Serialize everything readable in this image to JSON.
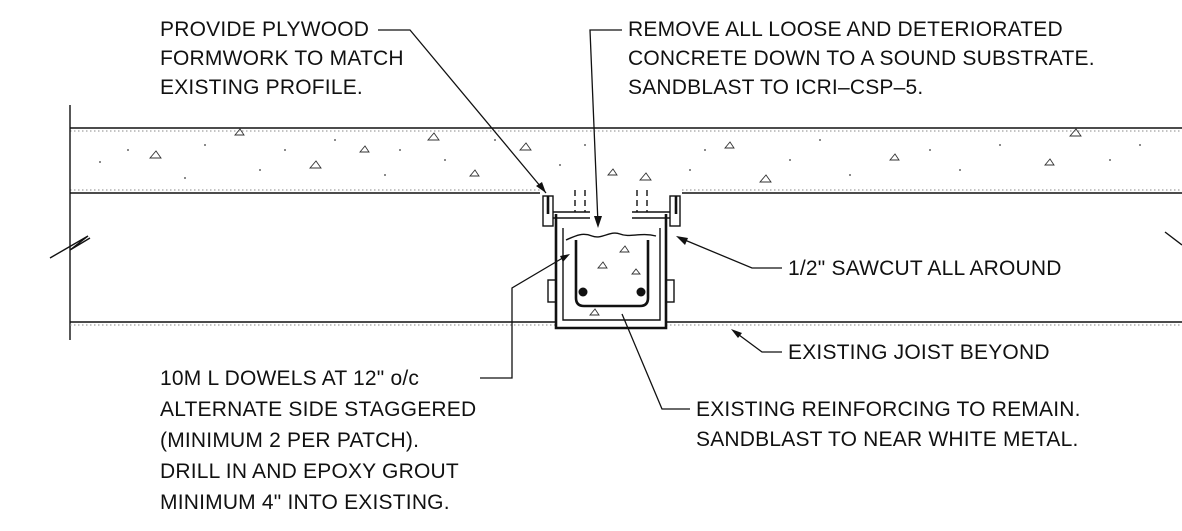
{
  "notes": {
    "formwork": [
      "PROVIDE PLYWOOD",
      "FORMWORK TO MATCH",
      "EXISTING PROFILE."
    ],
    "remove": [
      "REMOVE ALL LOOSE AND DETERIORATED",
      "CONCRETE DOWN TO A SOUND SUBSTRATE.",
      "SANDBLAST TO ICRI–CSP–5."
    ],
    "sawcut": [
      "1/2\" SAWCUT ALL AROUND"
    ],
    "joist": [
      "EXISTING JOIST BEYOND"
    ],
    "reinforcing": [
      "EXISTING REINFORCING TO REMAIN.",
      "SANDBLAST TO NEAR WHITE METAL."
    ],
    "dowels": [
      "10M L DOWELS AT 12\" o/c",
      "ALTERNATE SIDE STAGGERED",
      "(MINIMUM 2 PER PATCH).",
      "DRILL IN AND EPOXY GROUT",
      "MINIMUM 4\" INTO EXISTING."
    ]
  },
  "colors": {
    "ink": "#111111",
    "hatch": "#8a8a8a",
    "paper": "#ffffff"
  }
}
